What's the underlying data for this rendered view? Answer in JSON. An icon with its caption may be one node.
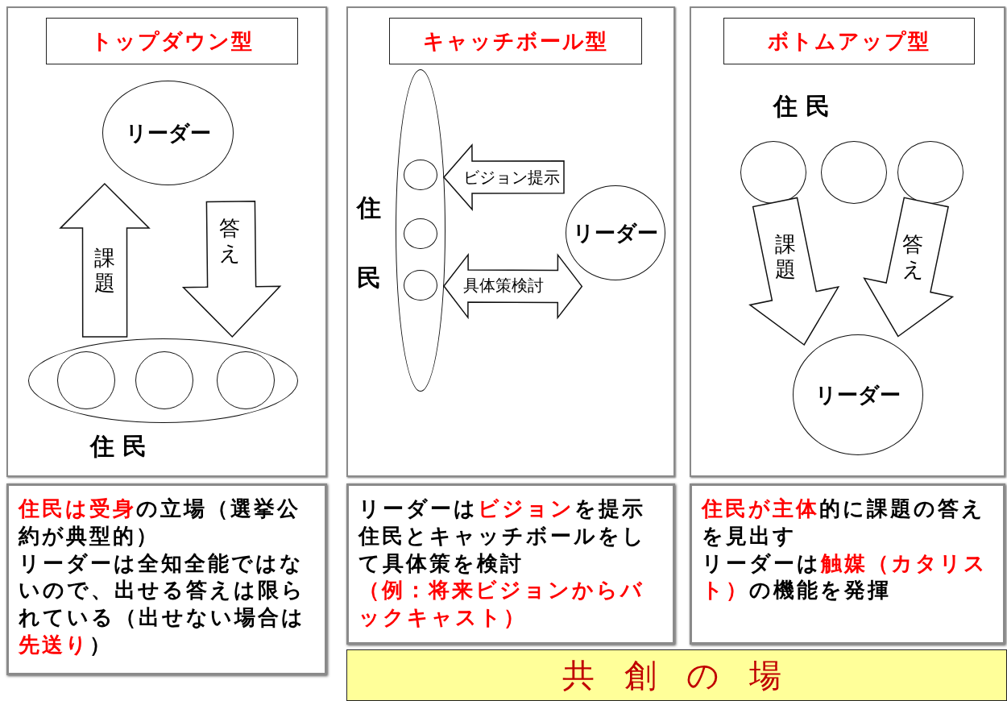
{
  "diagram": {
    "nodes": [
      {
        "text": [],
        "shape": "box"
      },
      {
        "text": [
          "トップダウン型"
        ],
        "in": 0
      },
      {
        "text": [
          "リーダー"
        ],
        "in": 0
      },
      {
        "text": [],
        "shape": "ellipse",
        "in": 0,
        "beside": [
          "住 民"
        ]
      },
      {
        "text": [],
        "shape": "circle",
        "in": 3
      },
      {
        "text": [],
        "shape": "circle",
        "in": 3
      },
      {
        "text": [],
        "shape": "circle",
        "in": 3
      },
      {
        "text": [],
        "shape": "box"
      },
      {
        "text": [
          "キャッチボール型"
        ],
        "in": 7
      },
      {
        "text": [],
        "shape": "ellipse",
        "in": 7,
        "beside": [
          "住民"
        ]
      },
      {
        "text": [],
        "shape": "circle",
        "in": 9
      },
      {
        "text": [],
        "shape": "circle",
        "in": 9
      },
      {
        "text": [],
        "shape": "circle",
        "in": 9
      },
      {
        "text": [
          "リーダー"
        ],
        "in": 7
      },
      {
        "text": [],
        "shape": "box"
      },
      {
        "text": [
          "ボトムアップ型"
        ],
        "in": 14
      },
      {
        "text": [],
        "shape": "circle",
        "in": 14
      },
      {
        "text": [],
        "shape": "circle",
        "in": 14
      },
      {
        "text": [],
        "shape": "circle",
        "in": 14
      },
      {
        "text": [
          "リーダー"
        ],
        "in": 14
      },
      {
        "text": [
          "**住民は受身**の立場（選挙公約が典型的）",
          "リーダーは全知全能ではないので、出せる答えは限られている（出せない場合は**先送り**）"
        ]
      },
      {
        "text": [
          "リーダーは**ビジョン**を提示",
          "住民とキャッチボールをして具体策を検討",
          "**（例：将来ビジョンからバックキャスト）**"
        ]
      },
      {
        "text": [
          "**住民が主体**的に課題の答えを見出す",
          "リーダーは**触媒（カタリスト）**の機能を発揮"
        ]
      },
      {
        "text": [
          "共 創 の 場"
        ]
      }
    ],
    "edges": [
      {
        "from": 3,
        "to": 2,
        "arrow": "to",
        "label": "課題"
      },
      {
        "from": 2,
        "to": 3,
        "arrow": "to",
        "label": "答え"
      },
      {
        "from": 13,
        "to": 9,
        "arrow": "to",
        "label": "ビジョン提示"
      },
      {
        "from": 9,
        "to": 13,
        "arrow": "both",
        "label": "具体策検討"
      },
      {
        "from": 16,
        "to": 19,
        "arrow": "to",
        "label": "課題"
      },
      {
        "from": 18,
        "to": 19,
        "arrow": "to",
        "label": "答え"
      }
    ],
    "labels": [
      "住 民"
    ]
  }
}
